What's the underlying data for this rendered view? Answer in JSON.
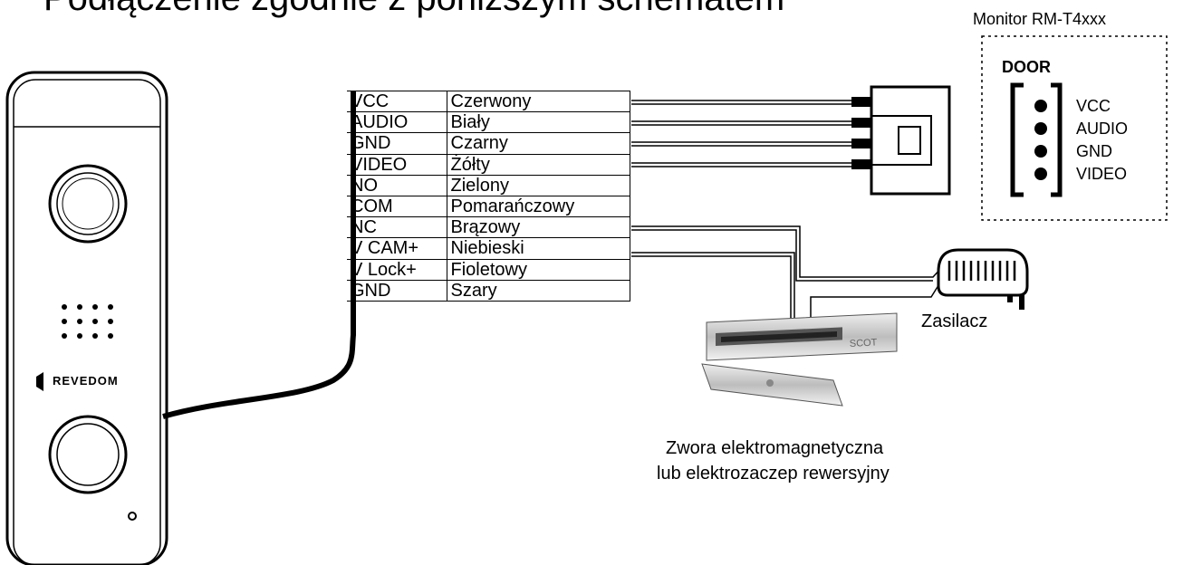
{
  "header_partial": "Podłączenie zgodnie z poniższym schematem",
  "panel": {
    "brand": "REVEDOM"
  },
  "wires": [
    {
      "signal": "VCC",
      "color": "Czerwony"
    },
    {
      "signal": "AUDIO",
      "color": "Biały"
    },
    {
      "signal": "GND",
      "color": "Czarny"
    },
    {
      "signal": "VIDEO",
      "color": "Żółty"
    },
    {
      "signal": "NO",
      "color": "Zielony"
    },
    {
      "signal": "COM",
      "color": "Pomarańczowy"
    },
    {
      "signal": "NC",
      "color": "Brązowy"
    },
    {
      "signal": "V CAM+",
      "color": "Niebieski"
    },
    {
      "signal": "V Lock+",
      "color": "Fioletowy"
    },
    {
      "signal": "GND",
      "color": "Szary"
    }
  ],
  "monitor": {
    "title": "Monitor RM-T4xxx",
    "door_label": "DOOR",
    "pins": [
      "VCC",
      "AUDIO",
      "GND",
      "VIDEO"
    ]
  },
  "power": {
    "label": "Zasilacz"
  },
  "lock": {
    "brand": "SCOT",
    "label_line1": "Zwora elektromagnetyczna",
    "label_line2": "lub elektrozaczep rewersyjny"
  }
}
